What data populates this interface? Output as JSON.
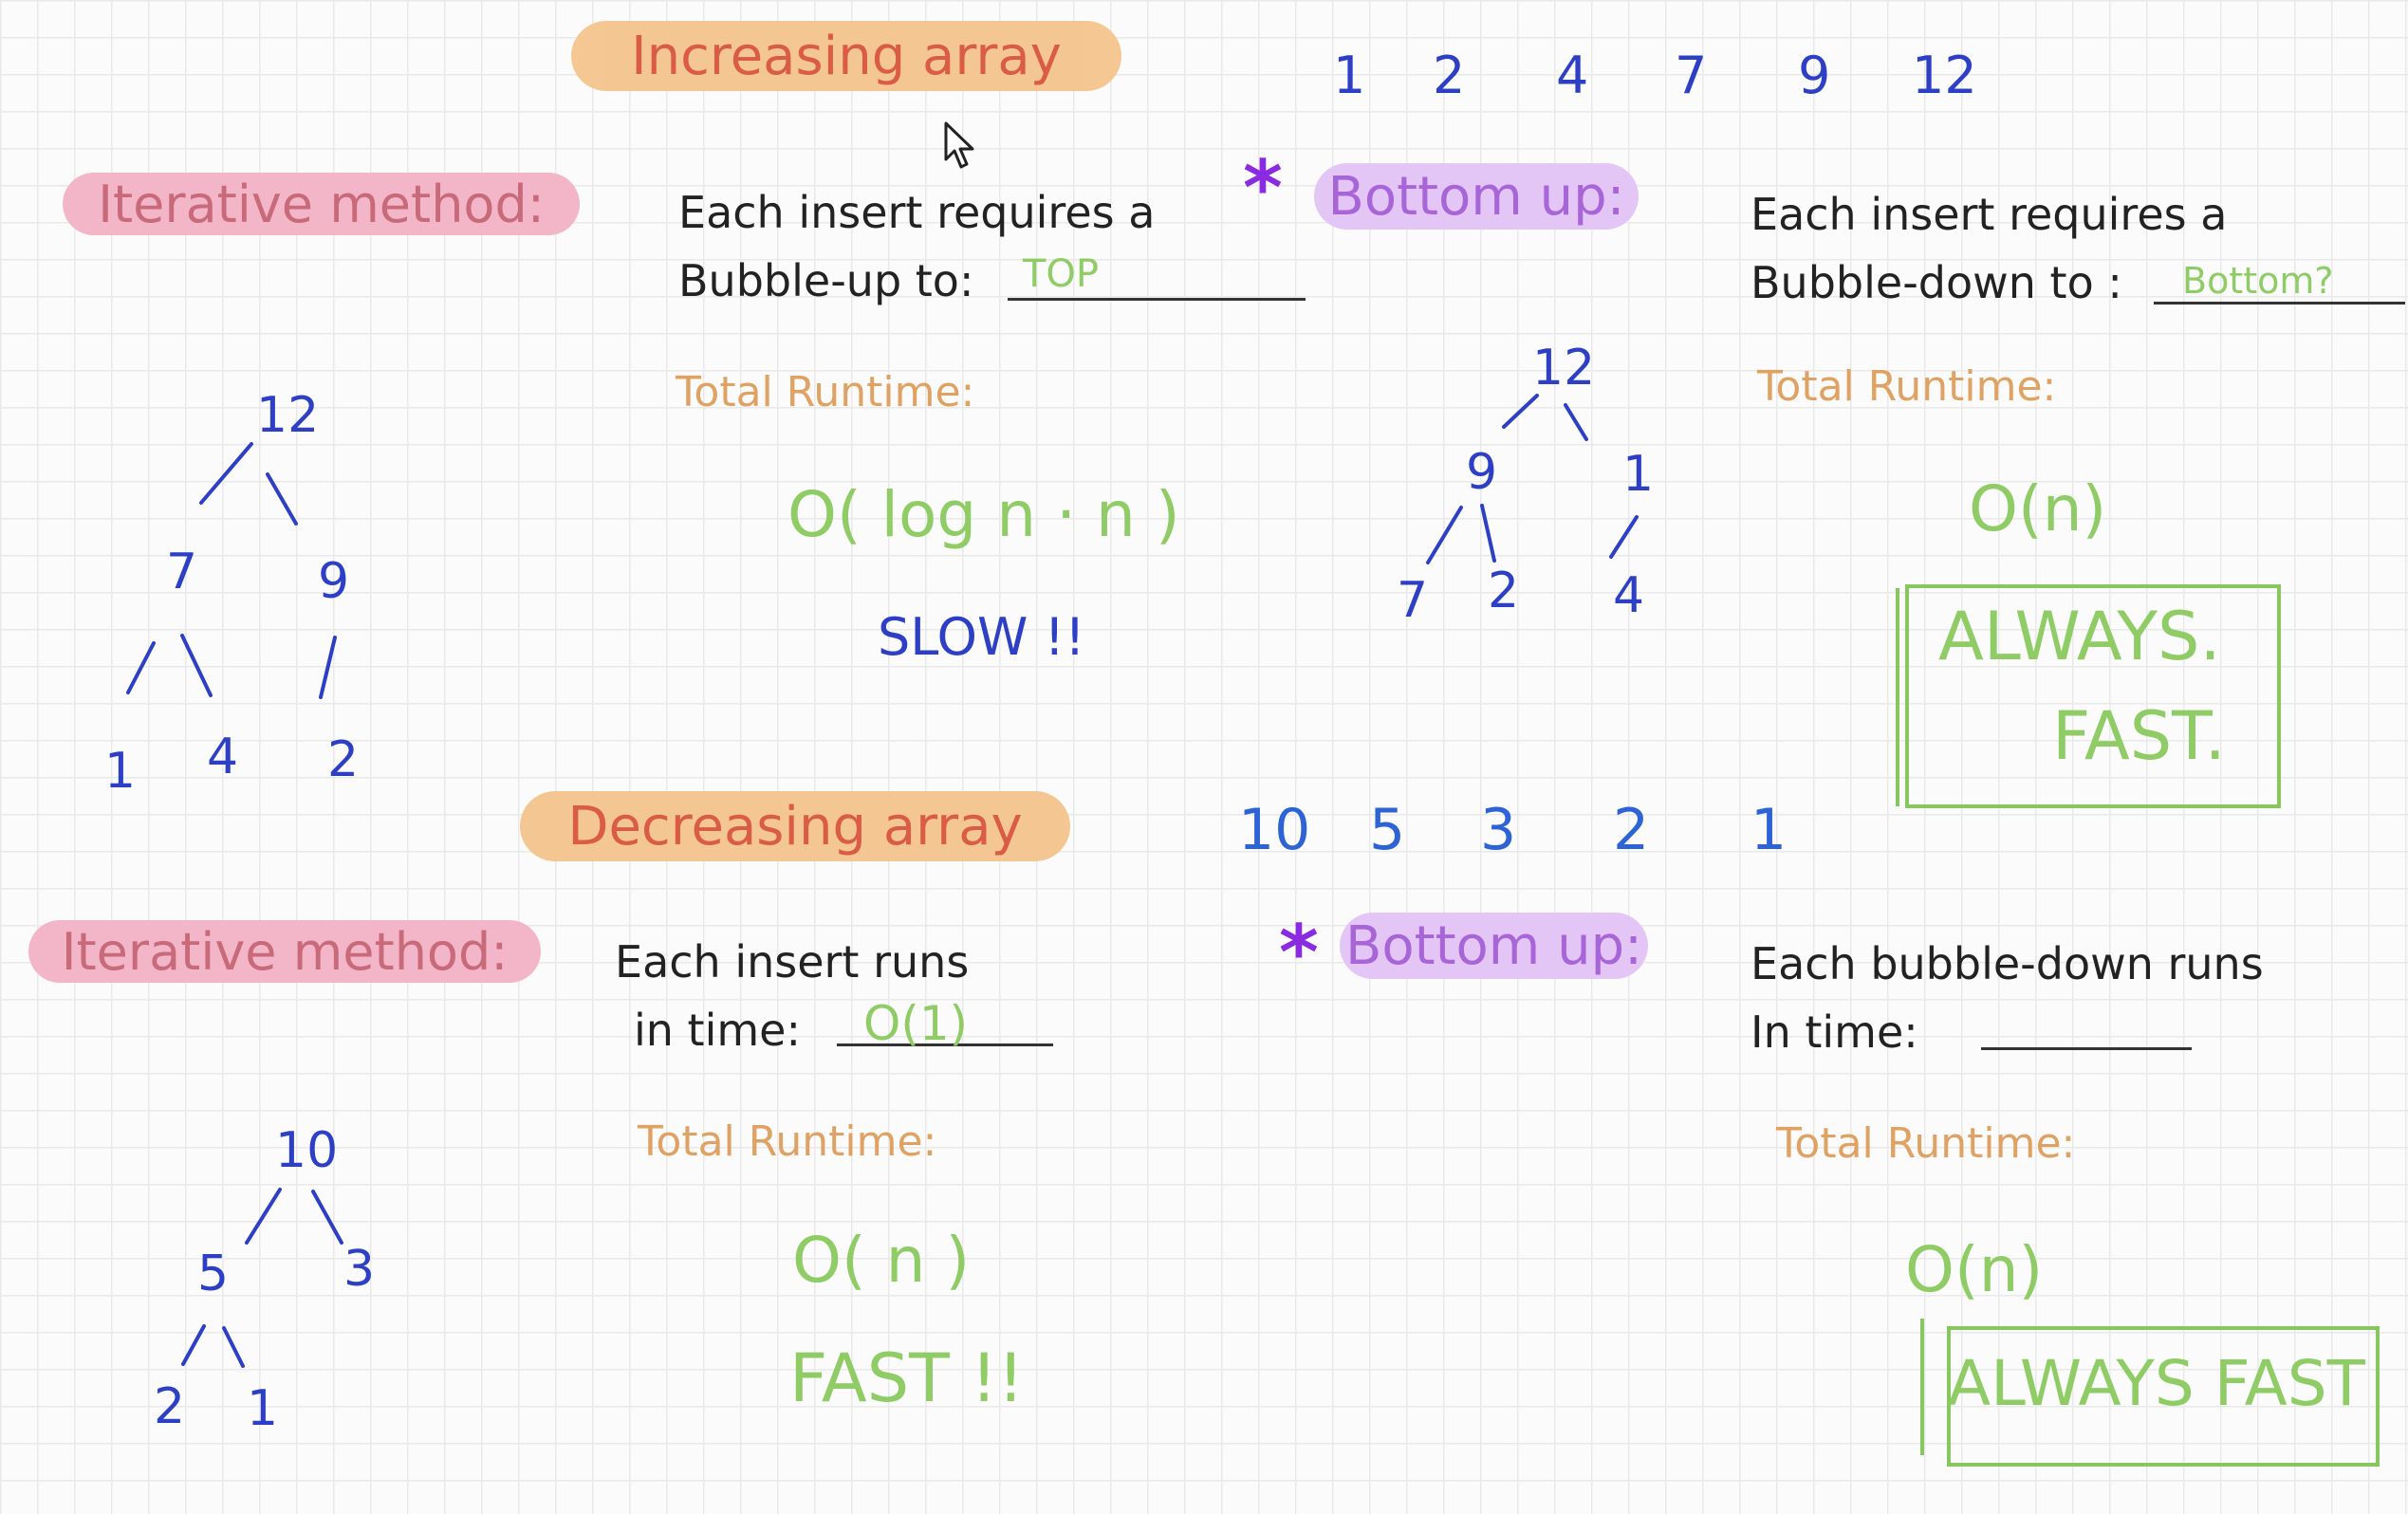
{
  "increasing": {
    "title": "Increasing array",
    "array": [
      "1",
      "2",
      "4",
      "7",
      "9",
      "12"
    ],
    "iterative": {
      "label": "Iterative method:",
      "line1": "Each insert requires a",
      "line2": "Bubble-up to:",
      "answer": "TOP",
      "runtime_label": "Total Runtime:",
      "runtime": "O( log n · n )",
      "note": "SLOW !!",
      "tree": {
        "root": "12",
        "l": "7",
        "r": "9",
        "ll": "1",
        "lr": "4",
        "rl": "2"
      }
    },
    "bottom_up": {
      "label": "Bottom up:",
      "line1": "Each insert requires a",
      "line2": "Bubble-down to :",
      "answer": "Bottom?",
      "runtime_label": "Total Runtime:",
      "runtime": "O(n)",
      "box_line1": "ALWAYS.",
      "box_line2": "FAST.",
      "tree": {
        "root": "12",
        "l": "9",
        "r": "1",
        "ll": "7",
        "lr": "2",
        "rl": "4"
      }
    }
  },
  "decreasing": {
    "title": "Decreasing array",
    "array": [
      "10",
      "5",
      "3",
      "2",
      "1"
    ],
    "iterative": {
      "label": "Iterative method:",
      "line1": "Each insert runs",
      "line2": "in time:",
      "answer": "O(1)",
      "runtime_label": "Total Runtime:",
      "runtime": "O( n )",
      "note": "FAST !!",
      "tree": {
        "root": "10",
        "l": "5",
        "r": "3",
        "ll": "2",
        "lr": "1"
      }
    },
    "bottom_up": {
      "label": "Bottom up:",
      "line1": "Each bubble-down runs",
      "line2": "In time:",
      "runtime_label": "Total Runtime:",
      "runtime": "O(n)",
      "box_text": "ALWAYS FAST"
    }
  },
  "asterisk": "*",
  "colors": {
    "orange": "#f4c58d",
    "pink": "#f3b6c9",
    "purple": "#e3c6f6",
    "green": "#88c760",
    "blue": "#2d3fc4"
  }
}
